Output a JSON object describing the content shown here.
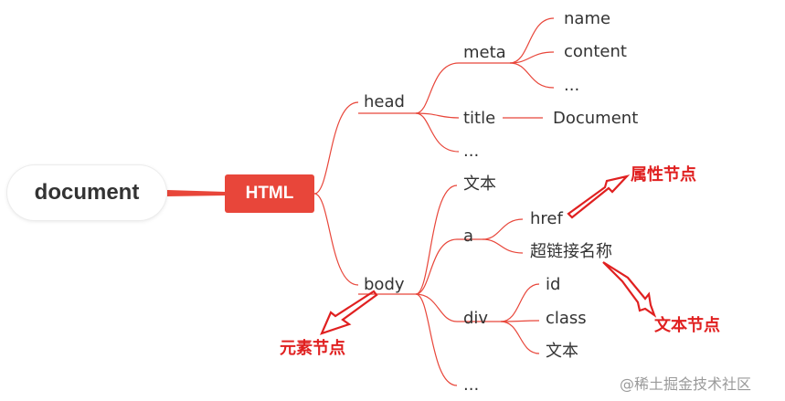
{
  "mindmap": {
    "root": "document",
    "html": "HTML",
    "head": {
      "label": "head",
      "meta": {
        "label": "meta",
        "children": [
          "name",
          "content",
          "..."
        ]
      },
      "title": {
        "label": "title",
        "value": "Document"
      },
      "more": "..."
    },
    "body": {
      "label": "body",
      "text": "文本",
      "a": {
        "label": "a",
        "children": [
          "href",
          "超链接名称"
        ]
      },
      "div": {
        "label": "div",
        "children": [
          "id",
          "class",
          "文本"
        ]
      },
      "more": "..."
    }
  },
  "annotations": {
    "attribute_node": "属性节点",
    "text_node": "文本节点",
    "element_node": "元素节点"
  },
  "colors": {
    "line": "#e8463a",
    "html_node": "#e8463a",
    "annotation": "#e02020"
  },
  "watermark": "@稀土掘金技术社区"
}
